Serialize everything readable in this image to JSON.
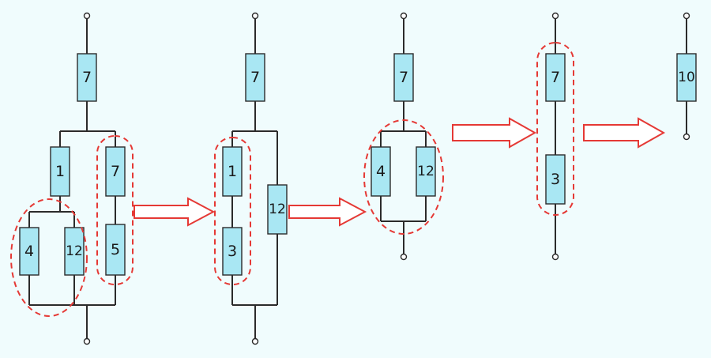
{
  "steps": [
    {
      "resistors": [
        "7",
        "1",
        "4",
        "12",
        "7",
        "5"
      ]
    },
    {
      "resistors": [
        "7",
        "1",
        "3",
        "12"
      ]
    },
    {
      "resistors": [
        "7",
        "4",
        "12"
      ]
    },
    {
      "resistors": [
        "7",
        "3"
      ]
    },
    {
      "resistors": [
        "10"
      ]
    }
  ],
  "colors": {
    "background": "#f0fcfd",
    "resistor_fill": "#a9e7f3",
    "wire": "#2b2b2b",
    "highlight": "#e53935"
  }
}
